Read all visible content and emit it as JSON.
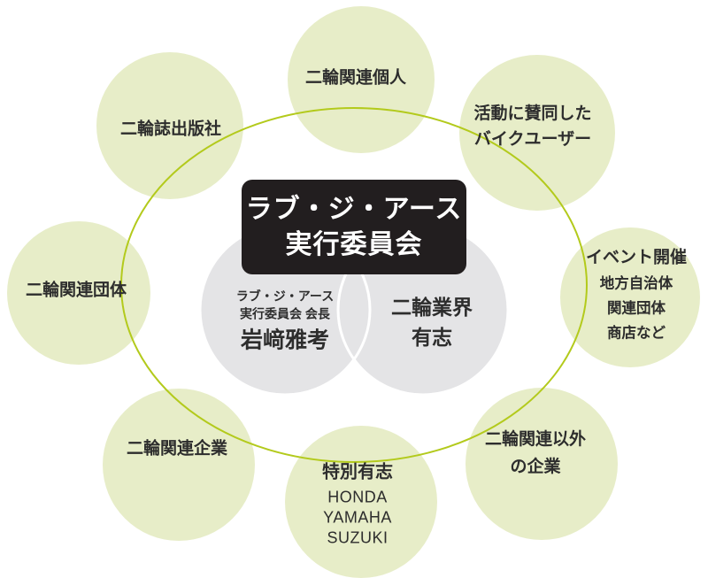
{
  "center": {
    "committee_box": {
      "line1": "ラブ・ジ・アース",
      "line2": "実行委員会"
    },
    "chairman": {
      "org1": "ラブ・ジ・アース",
      "org2": "実行委員会 会長",
      "name": "岩﨑雅考"
    },
    "industry": {
      "line1": "二輪業界",
      "line2": "有志"
    }
  },
  "outer": {
    "top": {
      "line1": "二輪関連個人"
    },
    "top_right": {
      "line1": "活動に賛同した",
      "line2": "バイクユーザー"
    },
    "right": {
      "title": "イベント開催",
      "sub1": "地方自治体",
      "sub2": "関連団体",
      "sub3": "商店など"
    },
    "bottom_right": {
      "line1": "二輪関連以外",
      "line2": "の企業"
    },
    "bottom": {
      "title": "特別有志",
      "sub1": "HONDA",
      "sub2": "YAMAHA",
      "sub3": "SUZUKI"
    },
    "bottom_left": {
      "line1": "二輪関連企業"
    },
    "left": {
      "line1": "二輪関連団体"
    },
    "top_left": {
      "line1": "二輪誌出版社"
    }
  },
  "colors": {
    "background": "#ffffff",
    "outer_circle_fill": "#e7edc8",
    "ellipse_stroke": "#b3ca1c",
    "inner_circle_fill": "#e4e4e6",
    "inner_circle_outline": "#ffffff",
    "committee_box_bg": "#221e1f",
    "committee_box_text": "#ffffff",
    "label_text": "#2d2d2d"
  }
}
